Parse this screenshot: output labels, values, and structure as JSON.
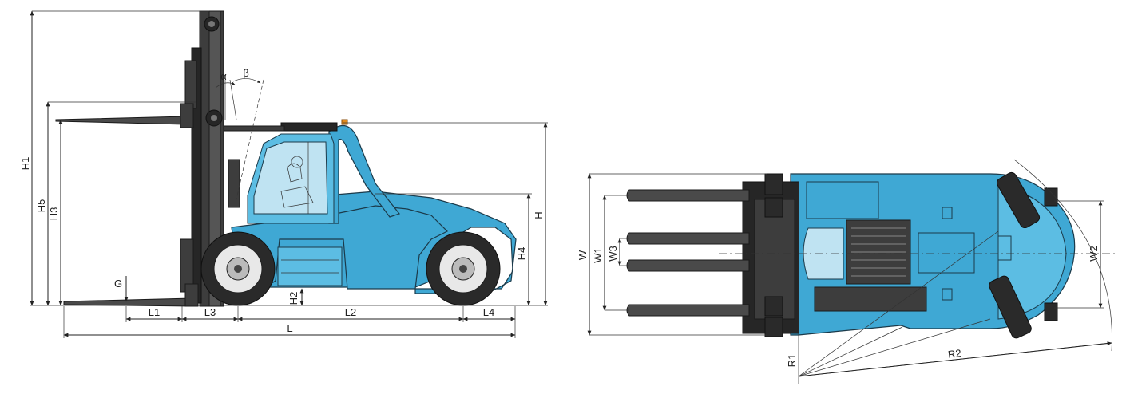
{
  "side_view": {
    "labels": {
      "h1": "H1",
      "h5": "H5",
      "h3": "H3",
      "h": "H",
      "h4": "H4",
      "h2": "H2",
      "g": "G",
      "alpha": "α",
      "beta": "β",
      "l1": "L1",
      "l3": "L3",
      "l2": "L2",
      "l4": "L4",
      "l": "L"
    }
  },
  "top_view": {
    "labels": {
      "w": "W",
      "w1": "W1",
      "w3": "W3",
      "w2": "W2",
      "r1": "R1",
      "r2": "R2"
    }
  },
  "colors": {
    "body": "#3fa8d4",
    "mast": "#3d3d3d",
    "tire": "#2a2a2a",
    "glass": "#bfe3f2",
    "beacon": "#e08a1e"
  }
}
